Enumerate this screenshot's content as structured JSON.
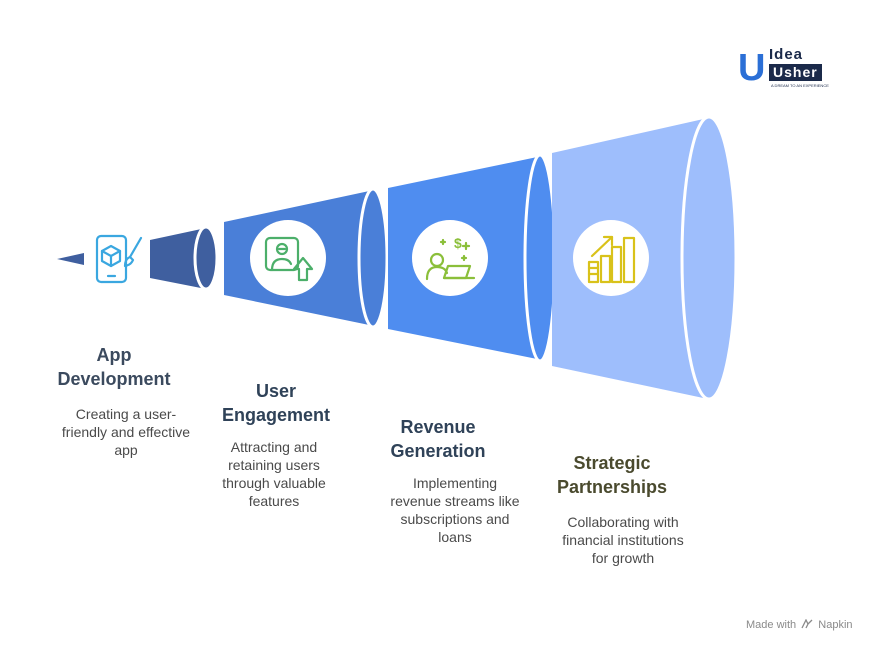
{
  "stages": [
    {
      "title": [
        "App",
        "Development"
      ],
      "description": [
        "Creating a user-",
        "friendly and effective",
        "app"
      ],
      "icon": "mobile-app-design-icon"
    },
    {
      "title": [
        "User",
        "Engagement"
      ],
      "description": [
        "Attracting and",
        "retaining users",
        "through valuable",
        "features"
      ],
      "icon": "user-growth-icon"
    },
    {
      "title": [
        "Revenue",
        "Generation"
      ],
      "description": [
        "Implementing",
        "revenue streams like",
        "subscriptions and",
        "loans"
      ],
      "icon": "user-revenue-laptop-icon"
    },
    {
      "title": [
        "Strategic",
        "Partnerships"
      ],
      "description": [
        "Collaborating with",
        "financial institutions",
        "for growth"
      ],
      "icon": "growth-chart-icon"
    }
  ],
  "logo": {
    "mark": "U",
    "line1": "Idea",
    "line2": "Usher",
    "tagline": "A DREAM TO AN EXPERIENCE"
  },
  "credit": {
    "prefix": "Made with",
    "brand": "Napkin",
    "icon": "napkin-logo-icon"
  },
  "colors": {
    "stage1": "#3f5f9f",
    "stage2": "#4a7fd8",
    "stage3": "#4f8df0",
    "stage4": "#9ebefc",
    "icon_app": "#3aa7e0",
    "icon_engage": "#4caf6a",
    "icon_revenue": "#8bbf3a",
    "icon_partner": "#d9c21a"
  }
}
